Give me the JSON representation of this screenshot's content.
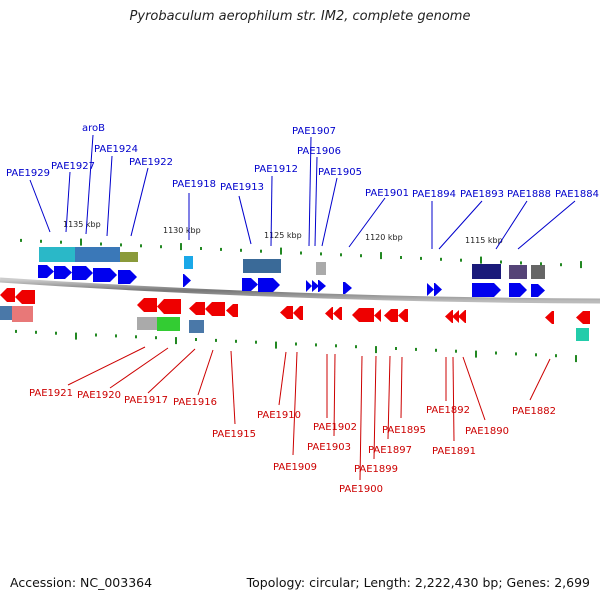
{
  "title": "Pyrobaculum aerophilum str. IM2, complete genome",
  "footer": {
    "accession": "Accession: NC_003364",
    "summary": "Topology: circular; Length: 2,222,430 bp; Genes: 2,699"
  },
  "colors": {
    "forward_gene": "#0000ee",
    "reverse_gene": "#ee0000",
    "forward_label": "#0000cc",
    "reverse_label": "#cc0000",
    "backbone": "#888888",
    "tick": "#228822"
  },
  "scale": {
    "labels": [
      "1135 kbp",
      "1130 kbp",
      "1125 kbp",
      "1120 kbp",
      "1115 kbp"
    ]
  },
  "forward_labels": [
    "PAE1929",
    "PAE1927",
    "aroB",
    "PAE1924",
    "PAE1922",
    "PAE1918",
    "PAE1913",
    "PAE1912",
    "PAE1907",
    "PAE1906",
    "PAE1905",
    "PAE1901",
    "PAE1894",
    "PAE1893",
    "PAE1888",
    "PAE1884"
  ],
  "reverse_labels": [
    "PAE1921",
    "PAE1920",
    "PAE1917",
    "PAE1916",
    "PAE1915",
    "PAE1910",
    "PAE1909",
    "PAE1902",
    "PAE1903",
    "PAE1900",
    "PAE1899",
    "PAE1897",
    "PAE1895",
    "PAE1892",
    "PAE1891",
    "PAE1890",
    "PAE1882"
  ]
}
